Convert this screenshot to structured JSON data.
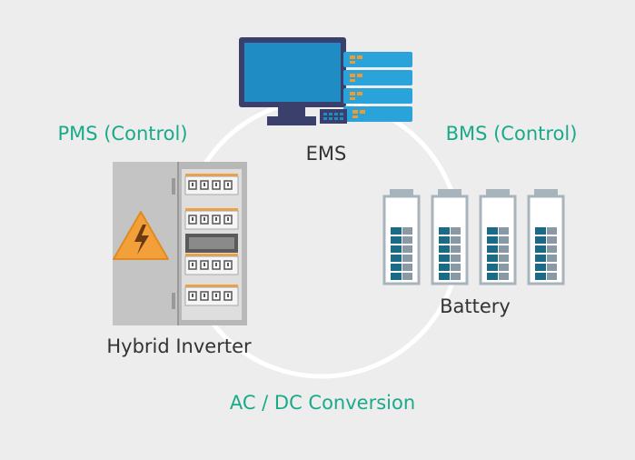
{
  "labels": {
    "ems": "EMS",
    "pms": "PMS (Control)",
    "bms": "BMS (Control)",
    "inverter": "Hybrid Inverter",
    "battery": "Battery",
    "conversion": "AC / DC Conversion"
  },
  "colors": {
    "background": "#ededed",
    "accent_green": "#1aaa8a",
    "text_dark": "#333333",
    "monitor_frame": "#3a3f6b",
    "screen_blue": "#1f8dc4",
    "server_blue": "#29a3d9",
    "server_led": "#f39a2f",
    "cabinet_gray": "#b8b8b8",
    "warning_orange": "#f3a03b",
    "battery_teal": "#1b6b86",
    "battery_gray": "#8a9aa4"
  },
  "icons": [
    "monitor-icon",
    "server-rack-icon",
    "inverter-cabinet-icon",
    "high-voltage-warning-icon",
    "battery-icon"
  ],
  "batteries": {
    "count": 4,
    "cells_per_battery": 6
  }
}
